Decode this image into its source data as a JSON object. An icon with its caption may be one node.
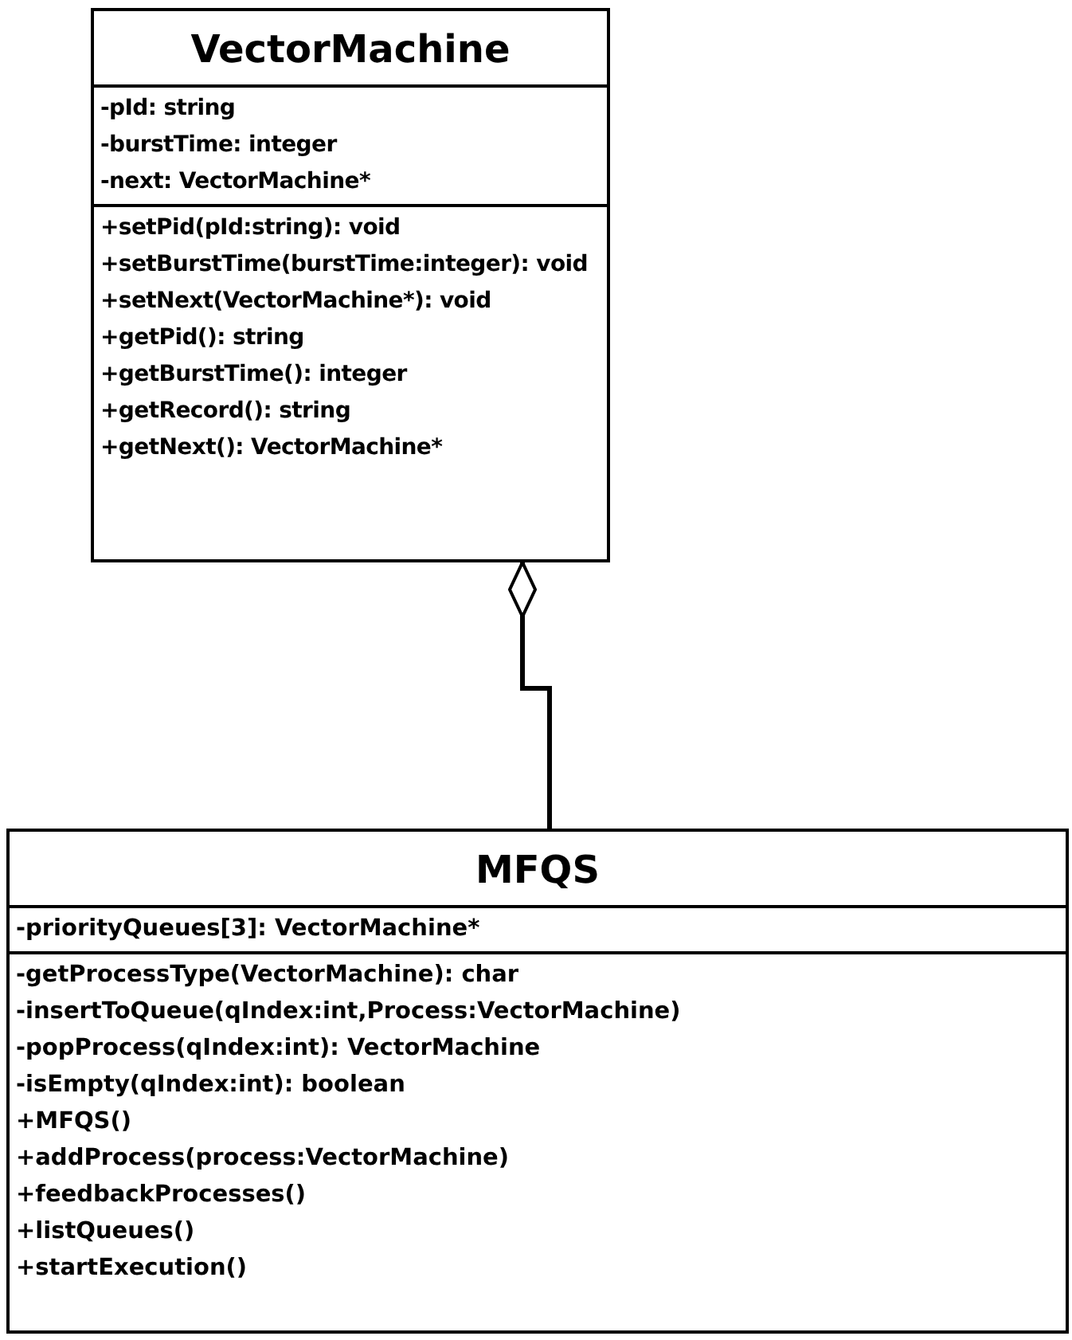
{
  "diagram": {
    "nodes": [
      {
        "text": [
          "VectorMachine",
          "-pId: string",
          "-burstTime: integer",
          "-next: VectorMachine*",
          "+setPid(pId:string): void",
          "+setBurstTime(burstTime:integer): void",
          "+setNext(VectorMachine*): void",
          "+getPid(): string",
          "+getBurstTime(): integer",
          "+getRecord(): string",
          "+getNext(): VectorMachine*"
        ]
      },
      {
        "text": [
          "MFQS",
          "-priorityQueues[3]: VectorMachine*",
          "-getProcessType(VectorMachine): char",
          "-insertToQueue(qIndex:int,Process:VectorMachine)",
          "-popProcess(qIndex:int): VectorMachine",
          "-isEmpty(qIndex:int): boolean",
          "+MFQS()",
          "+addProcess(process:VectorMachine)",
          "+feedbackProcesses()",
          "+listQueues()",
          "+startExecution()"
        ]
      }
    ],
    "edges": [
      {
        "from": 1,
        "to": 0,
        "arrow": "other"
      }
    ]
  }
}
